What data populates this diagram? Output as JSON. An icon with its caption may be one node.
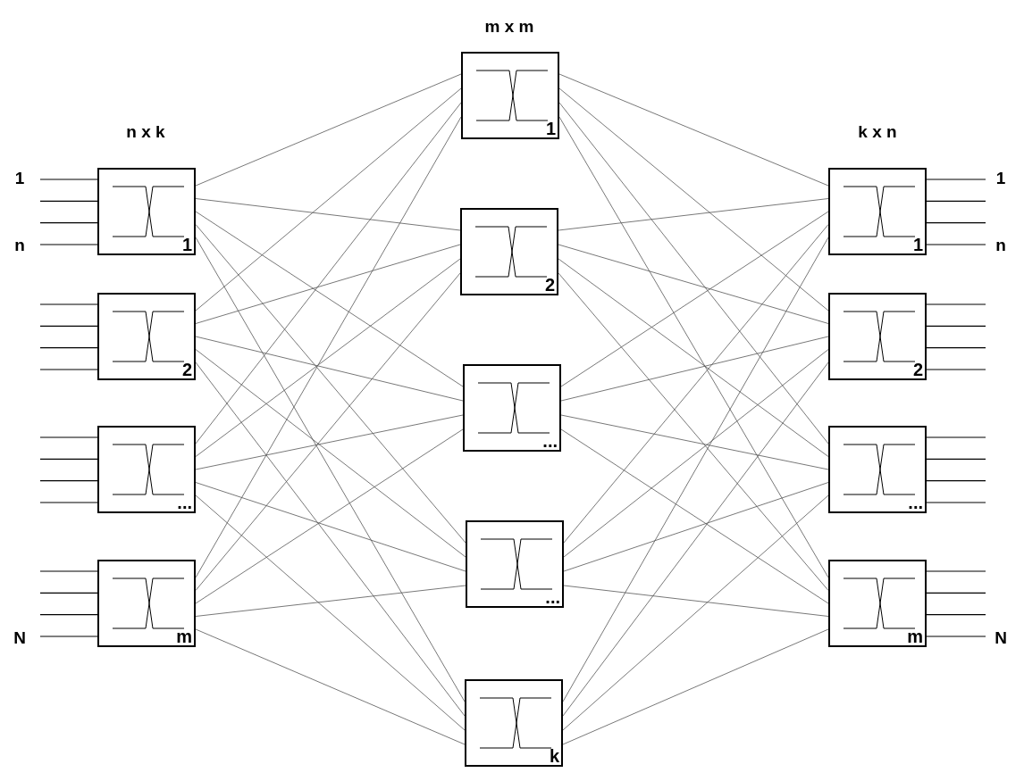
{
  "diagram": {
    "nodes": [
      {
        "text": [
          "1"
        ]
      },
      {
        "text": [
          "2"
        ]
      },
      {
        "text": [
          "..."
        ]
      },
      {
        "text": [
          "m"
        ]
      },
      {
        "text": [
          "1"
        ]
      },
      {
        "text": [
          "2"
        ]
      },
      {
        "text": [
          "..."
        ]
      },
      {
        "text": [
          "..."
        ]
      },
      {
        "text": [
          "k"
        ]
      },
      {
        "text": [
          "1"
        ]
      },
      {
        "text": [
          "2"
        ]
      },
      {
        "text": [
          "..."
        ]
      },
      {
        "text": [
          "m"
        ]
      }
    ],
    "edges": [
      {
        "from": 0,
        "to": 4,
        "arrow": "none"
      },
      {
        "from": 0,
        "to": 5,
        "arrow": "none"
      },
      {
        "from": 0,
        "to": 6,
        "arrow": "none"
      },
      {
        "from": 0,
        "to": 7,
        "arrow": "none"
      },
      {
        "from": 0,
        "to": 8,
        "arrow": "none"
      },
      {
        "from": 1,
        "to": 4,
        "arrow": "none"
      },
      {
        "from": 1,
        "to": 5,
        "arrow": "none"
      },
      {
        "from": 1,
        "to": 6,
        "arrow": "none"
      },
      {
        "from": 1,
        "to": 7,
        "arrow": "none"
      },
      {
        "from": 1,
        "to": 8,
        "arrow": "none"
      },
      {
        "from": 2,
        "to": 4,
        "arrow": "none"
      },
      {
        "from": 2,
        "to": 5,
        "arrow": "none"
      },
      {
        "from": 2,
        "to": 6,
        "arrow": "none"
      },
      {
        "from": 2,
        "to": 7,
        "arrow": "none"
      },
      {
        "from": 2,
        "to": 8,
        "arrow": "none"
      },
      {
        "from": 3,
        "to": 4,
        "arrow": "none"
      },
      {
        "from": 3,
        "to": 5,
        "arrow": "none"
      },
      {
        "from": 3,
        "to": 6,
        "arrow": "none"
      },
      {
        "from": 3,
        "to": 7,
        "arrow": "none"
      },
      {
        "from": 3,
        "to": 8,
        "arrow": "none"
      },
      {
        "from": 4,
        "to": 9,
        "arrow": "none"
      },
      {
        "from": 4,
        "to": 10,
        "arrow": "none"
      },
      {
        "from": 4,
        "to": 11,
        "arrow": "none"
      },
      {
        "from": 4,
        "to": 12,
        "arrow": "none"
      },
      {
        "from": 5,
        "to": 9,
        "arrow": "none"
      },
      {
        "from": 5,
        "to": 10,
        "arrow": "none"
      },
      {
        "from": 5,
        "to": 11,
        "arrow": "none"
      },
      {
        "from": 5,
        "to": 12,
        "arrow": "none"
      },
      {
        "from": 6,
        "to": 9,
        "arrow": "none"
      },
      {
        "from": 6,
        "to": 10,
        "arrow": "none"
      },
      {
        "from": 6,
        "to": 11,
        "arrow": "none"
      },
      {
        "from": 6,
        "to": 12,
        "arrow": "none"
      },
      {
        "from": 7,
        "to": 9,
        "arrow": "none"
      },
      {
        "from": 7,
        "to": 10,
        "arrow": "none"
      },
      {
        "from": 7,
        "to": 11,
        "arrow": "none"
      },
      {
        "from": 7,
        "to": 12,
        "arrow": "none"
      },
      {
        "from": 8,
        "to": 9,
        "arrow": "none"
      },
      {
        "from": 8,
        "to": 10,
        "arrow": "none"
      },
      {
        "from": 8,
        "to": 11,
        "arrow": "none"
      },
      {
        "from": 8,
        "to": 12,
        "arrow": "none"
      },
      {
        "from": null,
        "to": 0,
        "arrow": "none"
      },
      {
        "from": null,
        "to": 0,
        "arrow": "none"
      },
      {
        "from": null,
        "to": 0,
        "arrow": "none"
      },
      {
        "from": null,
        "to": 0,
        "arrow": "none"
      },
      {
        "from": null,
        "to": 1,
        "arrow": "none"
      },
      {
        "from": null,
        "to": 1,
        "arrow": "none"
      },
      {
        "from": null,
        "to": 1,
        "arrow": "none"
      },
      {
        "from": null,
        "to": 1,
        "arrow": "none"
      },
      {
        "from": null,
        "to": 2,
        "arrow": "none"
      },
      {
        "from": null,
        "to": 2,
        "arrow": "none"
      },
      {
        "from": null,
        "to": 2,
        "arrow": "none"
      },
      {
        "from": null,
        "to": 2,
        "arrow": "none"
      },
      {
        "from": null,
        "to": 3,
        "arrow": "none"
      },
      {
        "from": null,
        "to": 3,
        "arrow": "none"
      },
      {
        "from": null,
        "to": 3,
        "arrow": "none"
      },
      {
        "from": null,
        "to": 3,
        "arrow": "none"
      },
      {
        "from": 9,
        "to": null,
        "arrow": "none"
      },
      {
        "from": 9,
        "to": null,
        "arrow": "none"
      },
      {
        "from": 9,
        "to": null,
        "arrow": "none"
      },
      {
        "from": 9,
        "to": null,
        "arrow": "none"
      },
      {
        "from": 10,
        "to": null,
        "arrow": "none"
      },
      {
        "from": 10,
        "to": null,
        "arrow": "none"
      },
      {
        "from": 10,
        "to": null,
        "arrow": "none"
      },
      {
        "from": 10,
        "to": null,
        "arrow": "none"
      },
      {
        "from": 11,
        "to": null,
        "arrow": "none"
      },
      {
        "from": 11,
        "to": null,
        "arrow": "none"
      },
      {
        "from": 11,
        "to": null,
        "arrow": "none"
      },
      {
        "from": 11,
        "to": null,
        "arrow": "none"
      },
      {
        "from": 12,
        "to": null,
        "arrow": "none"
      },
      {
        "from": 12,
        "to": null,
        "arrow": "none"
      },
      {
        "from": 12,
        "to": null,
        "arrow": "none"
      },
      {
        "from": 12,
        "to": null,
        "arrow": "none"
      }
    ],
    "labels": [
      "m x m",
      "n x k",
      "k x n",
      "1",
      "1",
      "n",
      "n",
      "N",
      "N"
    ]
  }
}
